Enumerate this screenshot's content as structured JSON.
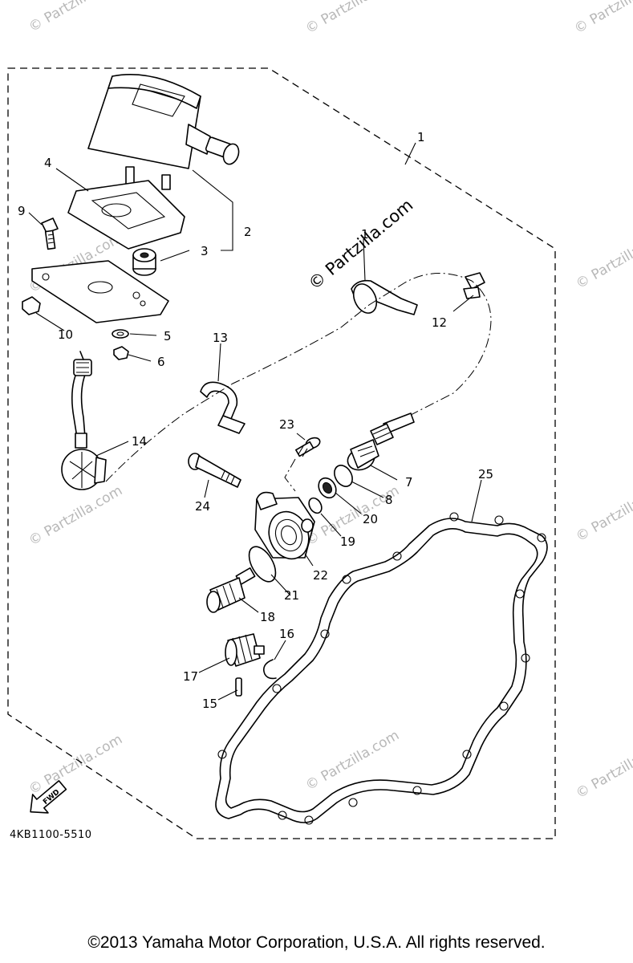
{
  "callouts": [
    {
      "id": "c1",
      "label": "1"
    },
    {
      "id": "c1b",
      "label": "1"
    },
    {
      "id": "c2",
      "label": "2"
    },
    {
      "id": "c3",
      "label": "3"
    },
    {
      "id": "c4",
      "label": "4"
    },
    {
      "id": "c5",
      "label": "5"
    },
    {
      "id": "c6",
      "label": "6"
    },
    {
      "id": "c7",
      "label": "7"
    },
    {
      "id": "c8",
      "label": "8"
    },
    {
      "id": "c9",
      "label": "9"
    },
    {
      "id": "c10",
      "label": "10"
    },
    {
      "id": "c12",
      "label": "12"
    },
    {
      "id": "c13",
      "label": "13"
    },
    {
      "id": "c14",
      "label": "14"
    },
    {
      "id": "c15",
      "label": "15"
    },
    {
      "id": "c16",
      "label": "16"
    },
    {
      "id": "c17",
      "label": "17"
    },
    {
      "id": "c18",
      "label": "18"
    },
    {
      "id": "c19",
      "label": "19"
    },
    {
      "id": "c20",
      "label": "20"
    },
    {
      "id": "c21",
      "label": "21"
    },
    {
      "id": "c22",
      "label": "22"
    },
    {
      "id": "c23",
      "label": "23"
    },
    {
      "id": "c24",
      "label": "24"
    },
    {
      "id": "c25",
      "label": "25"
    }
  ],
  "diagram_code": "4KB1100-5510",
  "fwd_label": "FWD",
  "watermark": {
    "main": "© Partzilla.com",
    "faint": "© Partzilla.com"
  },
  "copyright": "©2013  Yamaha Motor Corporation, U.S.A. All rights reserved."
}
